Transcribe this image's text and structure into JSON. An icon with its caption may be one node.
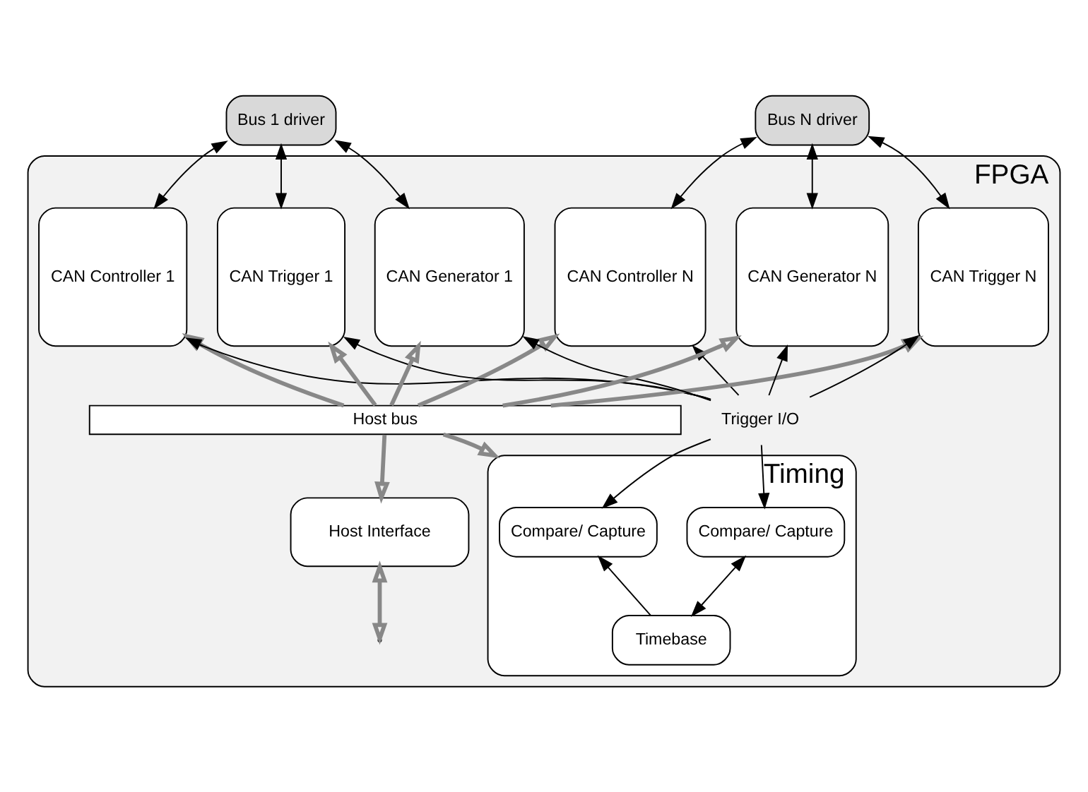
{
  "diagram": {
    "nodes": [
      {
        "text": [
          "Bus 1 driver"
        ]
      },
      {
        "text": [
          "Bus N driver"
        ]
      },
      {
        "text": [
          "FPGA"
        ]
      },
      {
        "text": [
          "CAN Controller 1"
        ],
        "in": 2
      },
      {
        "text": [
          "CAN Controller N"
        ],
        "in": 2
      },
      {
        "text": [
          "CAN Trigger 1"
        ],
        "in": 2
      },
      {
        "text": [
          "CAN Trigger N"
        ],
        "in": 2
      },
      {
        "text": [
          "CAN Generator 1"
        ],
        "in": 2
      },
      {
        "text": [
          "CAN Generator N"
        ],
        "in": 2
      },
      {
        "text": [
          "Host bus"
        ],
        "in": 2
      },
      {
        "text": [
          "Trigger I/O"
        ],
        "in": 2
      },
      {
        "text": [
          "Host Interface"
        ],
        "in": 2
      },
      {
        "text": [
          "Timing"
        ],
        "in": 2
      },
      {
        "text": [
          "Compare/ Capture"
        ],
        "in": 12
      },
      {
        "text": [
          "Compare/ Capture"
        ],
        "in": 12
      },
      {
        "text": [
          "Timebase"
        ],
        "in": 12
      }
    ],
    "edges": [
      {
        "from": 0,
        "to": 3,
        "arrow": "both"
      },
      {
        "from": 0,
        "to": 5,
        "arrow": "both"
      },
      {
        "from": 0,
        "to": 7,
        "arrow": "both"
      },
      {
        "from": 1,
        "to": 4,
        "arrow": "both"
      },
      {
        "from": 1,
        "to": 6,
        "arrow": "both"
      },
      {
        "from": 1,
        "to": 8,
        "arrow": "both"
      },
      {
        "from": 9,
        "to": 3,
        "arrow": "to",
        "style": "thick",
        "color": "#888888"
      },
      {
        "from": 9,
        "to": 4,
        "arrow": "to",
        "style": "thick",
        "color": "#888888"
      },
      {
        "from": 9,
        "to": 5,
        "arrow": "to",
        "style": "thick",
        "color": "#888888"
      },
      {
        "from": 9,
        "to": 6,
        "arrow": "to",
        "style": "thick",
        "color": "#888888"
      },
      {
        "from": 9,
        "to": 7,
        "arrow": "to",
        "style": "thick",
        "color": "#888888"
      },
      {
        "from": 9,
        "to": 8,
        "arrow": "to",
        "style": "thick",
        "color": "#888888"
      },
      {
        "from": 9,
        "to": 11,
        "arrow": "to",
        "style": "thick",
        "color": "#888888"
      },
      {
        "from": 9,
        "to": 12,
        "arrow": "to",
        "style": "thick",
        "color": "#888888"
      },
      {
        "from": 10,
        "to": 3,
        "arrow": "to"
      },
      {
        "from": 10,
        "to": 4,
        "arrow": "to"
      },
      {
        "from": 10,
        "to": 5,
        "arrow": "to"
      },
      {
        "from": 10,
        "to": 6,
        "arrow": "to"
      },
      {
        "from": 10,
        "to": 7,
        "arrow": "to"
      },
      {
        "from": 10,
        "to": 8,
        "arrow": "to"
      },
      {
        "from": 10,
        "to": 13,
        "arrow": "to"
      },
      {
        "from": 10,
        "to": 14,
        "arrow": "to"
      },
      {
        "from": 15,
        "to": 13,
        "arrow": "to"
      },
      {
        "from": 14,
        "to": 15,
        "arrow": "both"
      },
      {
        "from": 11,
        "to": null,
        "arrow": "both",
        "style": "thick",
        "color": "#888888"
      }
    ]
  }
}
